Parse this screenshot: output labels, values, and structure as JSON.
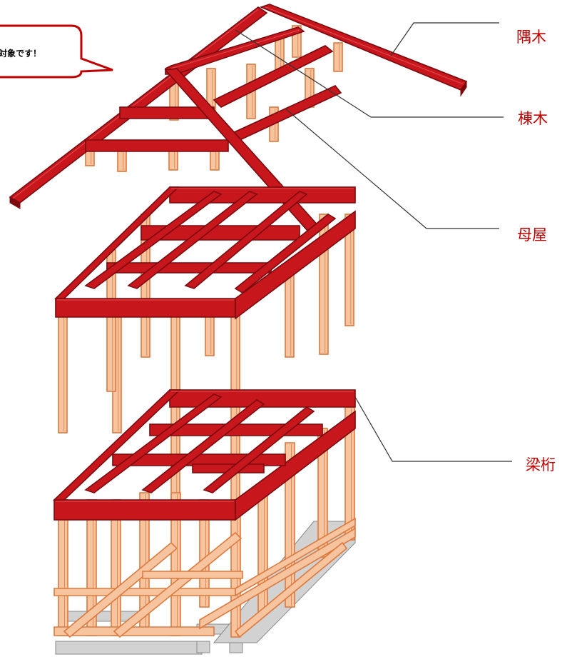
{
  "colors": {
    "member_red": "#c8161d",
    "member_red_dark": "#7a0a0e",
    "member_red_light": "#e0444a",
    "wood": "#f7c4a0",
    "wood_edge": "#dc7a3e",
    "foundation": "#d2d2d2",
    "foundation_edge": "#8a8a8a",
    "label_text": "#c00000",
    "leader_line": "#333333",
    "bubble_border": "#c00000"
  },
  "callout": {
    "text": "対象です！"
  },
  "labels": {
    "sumigi": "隅木",
    "munagi": "棟木",
    "moya": "母屋",
    "harigeta": "梁桁"
  }
}
